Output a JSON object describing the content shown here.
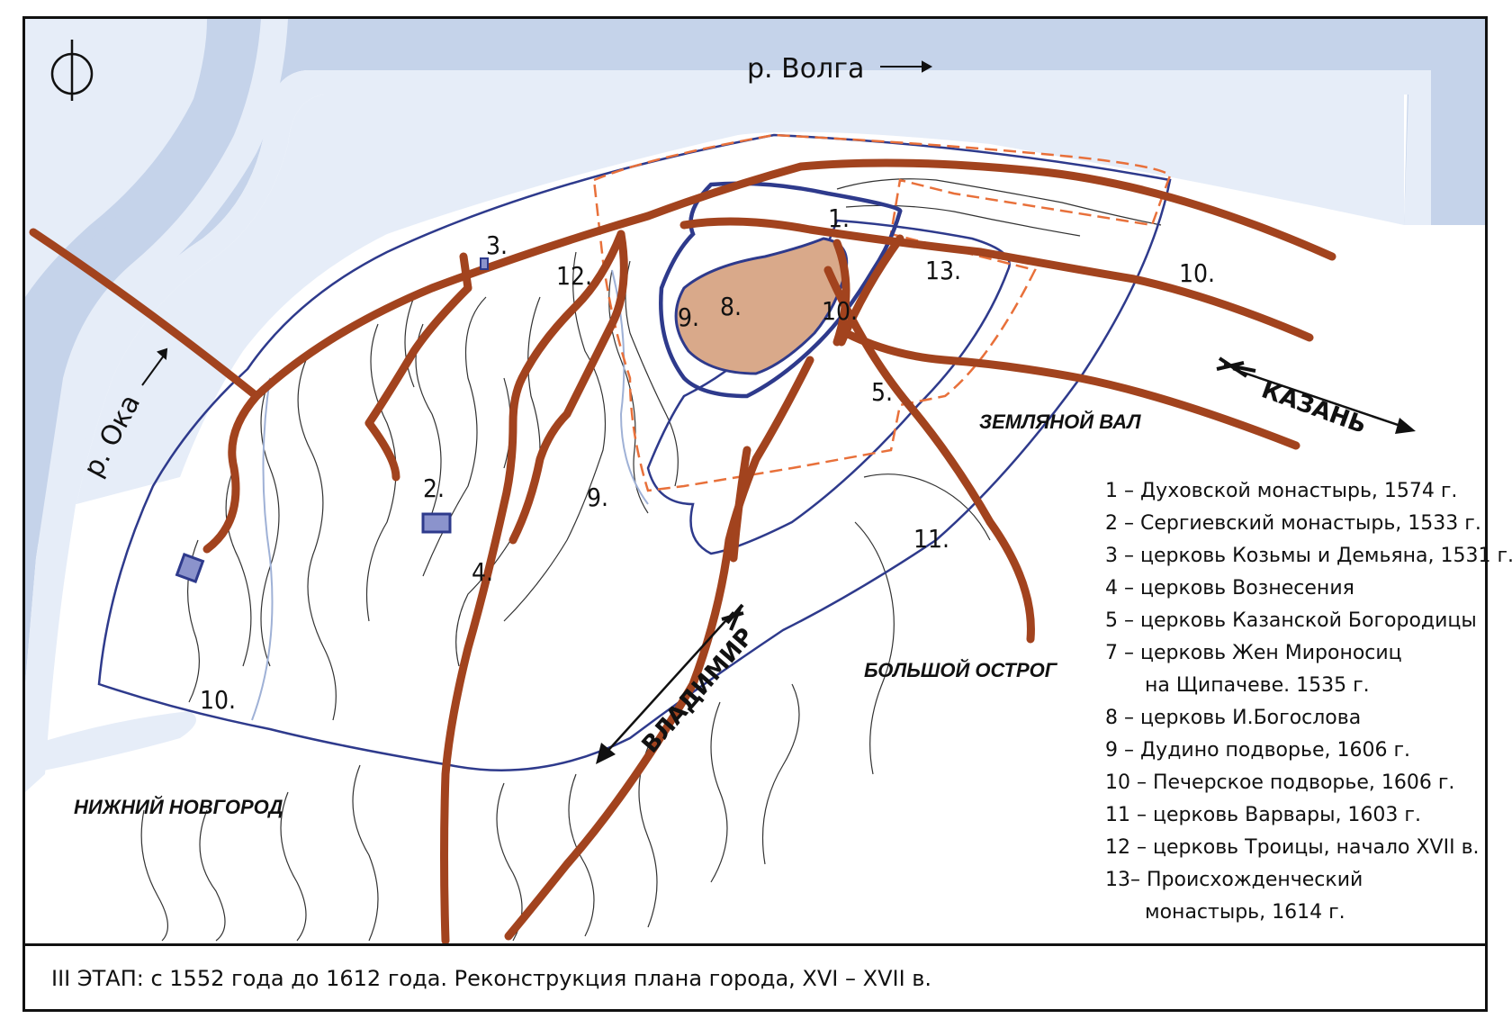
{
  "rivers": {
    "volga": "р. Волга",
    "oka": "р. Ока"
  },
  "directions": {
    "kazan": "КАЗАНЬ",
    "vladimir": "ВЛАДИМИР"
  },
  "area_labels": {
    "zemlyanoy_val": "ЗЕМЛЯНОЙ ВАЛ",
    "bolshoy_ostrog": "БОЛЬШОЙ ОСТРОГ",
    "nizhny_novgorod": "НИЖНИЙ НОВГОРОД"
  },
  "markers": {
    "m1": "1.",
    "m2": "2.",
    "m3": "3.",
    "m4": "4.",
    "m5": "5.",
    "m8": "8.",
    "m9a": "9.",
    "m9b": "9.",
    "m10a": "10.",
    "m10b": "10.",
    "m10c": "10.",
    "m11": "11.",
    "m12": "12.",
    "m13": "13."
  },
  "legend": [
    "1 – Духовской монастырь, 1574 г.",
    "2 – Сергиевский монастырь, 1533 г.",
    "3 – церковь Козьмы и Демьяна, 1531 г.",
    "4 – церковь Вознесения",
    "5 – церковь Казанской Богородицы",
    "7 – церковь Жен Мироносиц",
    "на Щипачеве. 1535 г.",
    "8 – церковь И.Богослова",
    "9 – Дудино подворье, 1606 г.",
    "10 – Печерское подворье, 1606 г.",
    "11 – церковь Варвары, 1603 г.",
    "12 – церковь Троицы, начало XVII в.",
    "13– Происхожденческий",
    "монастырь, 1614 г."
  ],
  "caption": "III ЭТАП: с 1552 года до 1612 года. Реконструкция плана города, XVI – XVII в.",
  "colors": {
    "river_outer": "#c5d3ea",
    "river_inner": "#e6edf8",
    "road": "#a2431e",
    "wall": "#2e3a8c",
    "kremlin_fill": "#d9a98a",
    "earth_rampart": "#e8703a"
  },
  "icons": [
    "compass-icon",
    "arrow-right-icon",
    "arrow-up-icon",
    "feather-arrow-icon"
  ]
}
